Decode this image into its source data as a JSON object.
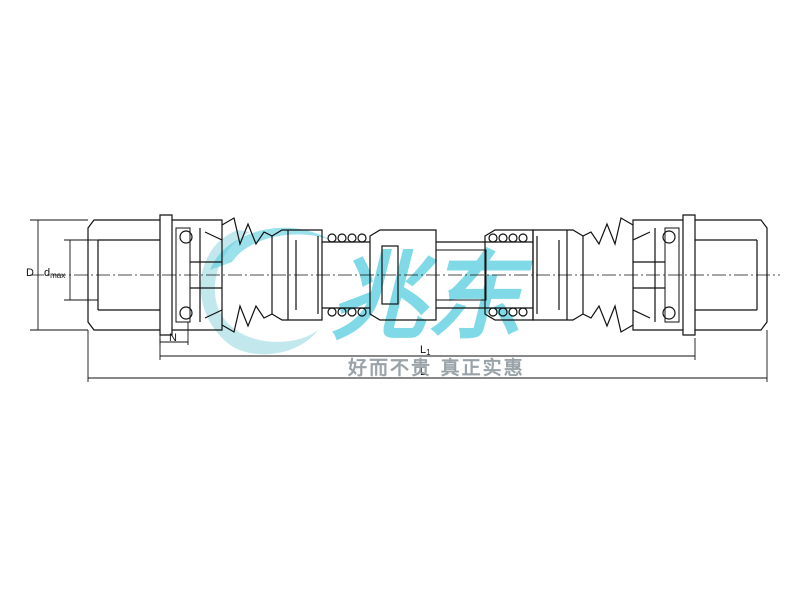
{
  "labels": {
    "D": "D",
    "d_main": "d",
    "d_sub": "max",
    "N": "N",
    "L1_main": "L",
    "L1_sub": "1",
    "L": "L"
  },
  "watermark": {
    "logo_text": "兆东",
    "slogan": "好而不贵  真正实惠",
    "colors": {
      "primary": "#38c4d8",
      "light": "#9ad9e3",
      "slogan": "#9aa3a8"
    }
  },
  "colors": {
    "line": "#111111",
    "background": "#ffffff"
  }
}
